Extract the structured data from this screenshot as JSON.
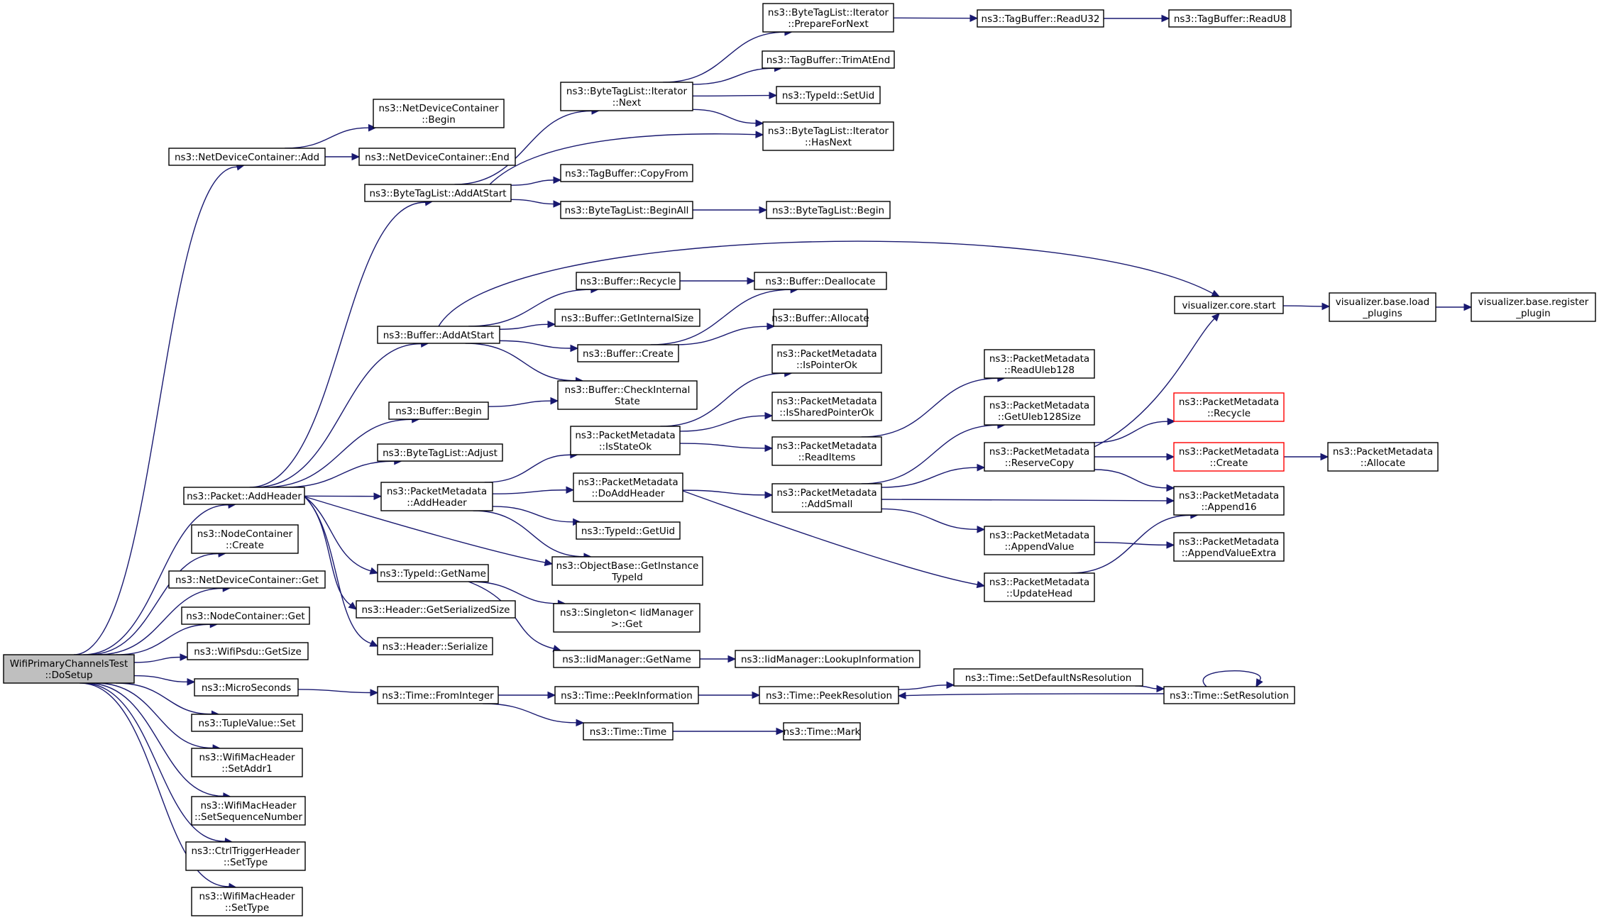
{
  "nodes": [
    {
      "id": "root",
      "lines": [
        "WifiPrimaryChannelsTest",
        "::DoSetup"
      ],
      "style": "root"
    },
    {
      "id": "n_ndc_add",
      "lines": [
        "ns3::NetDeviceContainer::Add"
      ]
    },
    {
      "id": "n_ndc_begin",
      "lines": [
        "ns3::NetDeviceContainer",
        "::Begin"
      ]
    },
    {
      "id": "n_ndc_end",
      "lines": [
        "ns3::NetDeviceContainer::End"
      ]
    },
    {
      "id": "n_btl_addatstart",
      "lines": [
        "ns3::ByteTagList::AddAtStart"
      ]
    },
    {
      "id": "n_btl_it_next",
      "lines": [
        "ns3::ByteTagList::Iterator",
        "::Next"
      ]
    },
    {
      "id": "n_btl_it_prepare",
      "lines": [
        "ns3::ByteTagList::Iterator",
        "::PrepareForNext"
      ]
    },
    {
      "id": "n_tb_readu32",
      "lines": [
        "ns3::TagBuffer::ReadU32"
      ]
    },
    {
      "id": "n_tb_readu8",
      "lines": [
        "ns3::TagBuffer::ReadU8"
      ]
    },
    {
      "id": "n_tb_trimatend",
      "lines": [
        "ns3::TagBuffer::TrimAtEnd"
      ]
    },
    {
      "id": "n_typeid_setuid",
      "lines": [
        "ns3::TypeId::SetUid"
      ]
    },
    {
      "id": "n_btl_it_hasnext",
      "lines": [
        "ns3::ByteTagList::Iterator",
        "::HasNext"
      ]
    },
    {
      "id": "n_tb_copyfrom",
      "lines": [
        "ns3::TagBuffer::CopyFrom"
      ]
    },
    {
      "id": "n_btl_beginall",
      "lines": [
        "ns3::ByteTagList::BeginAll"
      ]
    },
    {
      "id": "n_btl_begin",
      "lines": [
        "ns3::ByteTagList::Begin"
      ]
    },
    {
      "id": "n_buf_addatstart",
      "lines": [
        "ns3::Buffer::AddAtStart"
      ]
    },
    {
      "id": "n_buf_recycle",
      "lines": [
        "ns3::Buffer::Recycle"
      ]
    },
    {
      "id": "n_buf_getinternalsize",
      "lines": [
        "ns3::Buffer::GetInternalSize"
      ]
    },
    {
      "id": "n_buf_create",
      "lines": [
        "ns3::Buffer::Create"
      ]
    },
    {
      "id": "n_buf_deallocate",
      "lines": [
        "ns3::Buffer::Deallocate"
      ]
    },
    {
      "id": "n_buf_allocate",
      "lines": [
        "ns3::Buffer::Allocate"
      ]
    },
    {
      "id": "n_buf_checkinternal",
      "lines": [
        "ns3::Buffer::CheckInternal",
        "State"
      ]
    },
    {
      "id": "n_buf_begin",
      "lines": [
        "ns3::Buffer::Begin"
      ]
    },
    {
      "id": "n_btl_adjust",
      "lines": [
        "ns3::ByteTagList::Adjust"
      ]
    },
    {
      "id": "n_vis_core_start",
      "lines": [
        "visualizer.core.start"
      ]
    },
    {
      "id": "n_vis_load_plugins",
      "lines": [
        "visualizer.base.load",
        "_plugins"
      ]
    },
    {
      "id": "n_vis_register_plugin",
      "lines": [
        "visualizer.base.register",
        "_plugin"
      ]
    },
    {
      "id": "n_packet_addheader",
      "lines": [
        "ns3::Packet::AddHeader"
      ]
    },
    {
      "id": "n_pm_addheader",
      "lines": [
        "ns3::PacketMetadata",
        "::AddHeader"
      ]
    },
    {
      "id": "n_pm_isstateok",
      "lines": [
        "ns3::PacketMetadata",
        "::IsStateOk"
      ]
    },
    {
      "id": "n_pm_ispointerok",
      "lines": [
        "ns3::PacketMetadata",
        "::IsPointerOk"
      ]
    },
    {
      "id": "n_pm_issharedpointerok",
      "lines": [
        "ns3::PacketMetadata",
        "::IsSharedPointerOk"
      ]
    },
    {
      "id": "n_pm_readitems",
      "lines": [
        "ns3::PacketMetadata",
        "::ReadItems"
      ]
    },
    {
      "id": "n_pm_readuleb128",
      "lines": [
        "ns3::PacketMetadata",
        "::ReadUleb128"
      ]
    },
    {
      "id": "n_pm_getuleb128size",
      "lines": [
        "ns3::PacketMetadata",
        "::GetUleb128Size"
      ]
    },
    {
      "id": "n_pm_reservecopy",
      "lines": [
        "ns3::PacketMetadata",
        "::ReserveCopy"
      ]
    },
    {
      "id": "n_pm_recycle",
      "lines": [
        "ns3::PacketMetadata",
        "::Recycle"
      ],
      "style": "red"
    },
    {
      "id": "n_pm_create",
      "lines": [
        "ns3::PacketMetadata",
        "::Create"
      ],
      "style": "red"
    },
    {
      "id": "n_pm_allocate",
      "lines": [
        "ns3::PacketMetadata",
        "::Allocate"
      ]
    },
    {
      "id": "n_pm_append16",
      "lines": [
        "ns3::PacketMetadata",
        "::Append16"
      ]
    },
    {
      "id": "n_pm_doaddheader",
      "lines": [
        "ns3::PacketMetadata",
        "::DoAddHeader"
      ]
    },
    {
      "id": "n_pm_addsmall",
      "lines": [
        "ns3::PacketMetadata",
        "::AddSmall"
      ]
    },
    {
      "id": "n_pm_appendvalue",
      "lines": [
        "ns3::PacketMetadata",
        "::AppendValue"
      ]
    },
    {
      "id": "n_pm_appendvalueextra",
      "lines": [
        "ns3::PacketMetadata",
        "::AppendValueExtra"
      ]
    },
    {
      "id": "n_pm_updatehead",
      "lines": [
        "ns3::PacketMetadata",
        "::UpdateHead"
      ]
    },
    {
      "id": "n_typeid_getuid",
      "lines": [
        "ns3::TypeId::GetUid"
      ]
    },
    {
      "id": "n_objectbase_getinstance",
      "lines": [
        "ns3::ObjectBase::GetInstance",
        "TypeId"
      ]
    },
    {
      "id": "n_typeid_getname",
      "lines": [
        "ns3::TypeId::GetName"
      ]
    },
    {
      "id": "n_singleton_get",
      "lines": [
        "ns3::Singleton< IidManager",
        " >::Get"
      ]
    },
    {
      "id": "n_header_getserializedsize",
      "lines": [
        "ns3::Header::GetSerializedSize"
      ]
    },
    {
      "id": "n_header_serialize",
      "lines": [
        "ns3::Header::Serialize"
      ]
    },
    {
      "id": "n_iidmanager_getname",
      "lines": [
        "ns3::IidManager::GetName"
      ]
    },
    {
      "id": "n_iidmanager_lookup",
      "lines": [
        "ns3::IidManager::LookupInformation"
      ]
    },
    {
      "id": "n_nodecontainer_create",
      "lines": [
        "ns3::NodeContainer",
        "::Create"
      ]
    },
    {
      "id": "n_ndc_get",
      "lines": [
        "ns3::NetDeviceContainer::Get"
      ]
    },
    {
      "id": "n_nodecontainer_get",
      "lines": [
        "ns3::NodeContainer::Get"
      ]
    },
    {
      "id": "n_wifipsdu_getsize",
      "lines": [
        "ns3::WifiPsdu::GetSize"
      ]
    },
    {
      "id": "n_microseconds",
      "lines": [
        "ns3::MicroSeconds"
      ]
    },
    {
      "id": "n_time_frominteger",
      "lines": [
        "ns3::Time::FromInteger"
      ]
    },
    {
      "id": "n_time_peekinformation",
      "lines": [
        "ns3::Time::PeekInformation"
      ]
    },
    {
      "id": "n_time_peekresolution",
      "lines": [
        "ns3::Time::PeekResolution"
      ]
    },
    {
      "id": "n_time_setdefaultns",
      "lines": [
        "ns3::Time::SetDefaultNsResolution"
      ]
    },
    {
      "id": "n_time_setresolution",
      "lines": [
        "ns3::Time::SetResolution"
      ]
    },
    {
      "id": "n_time_time",
      "lines": [
        "ns3::Time::Time"
      ]
    },
    {
      "id": "n_time_mark",
      "lines": [
        "ns3::Time::Mark"
      ]
    },
    {
      "id": "n_tuplevalue_set",
      "lines": [
        "ns3::TupleValue::Set"
      ]
    },
    {
      "id": "n_wmh_setaddr1",
      "lines": [
        "ns3::WifiMacHeader",
        "::SetAddr1"
      ]
    },
    {
      "id": "n_wmh_setseq",
      "lines": [
        "ns3::WifiMacHeader",
        "::SetSequenceNumber"
      ]
    },
    {
      "id": "n_ctrltrigger_settype",
      "lines": [
        "ns3::CtrlTriggerHeader",
        "::SetType"
      ]
    },
    {
      "id": "n_wmh_settype",
      "lines": [
        "ns3::WifiMacHeader",
        "::SetType"
      ]
    }
  ],
  "edges": [
    [
      "root",
      "n_ndc_add"
    ],
    [
      "root",
      "n_packet_addheader"
    ],
    [
      "root",
      "n_nodecontainer_create"
    ],
    [
      "root",
      "n_ndc_get"
    ],
    [
      "root",
      "n_nodecontainer_get"
    ],
    [
      "root",
      "n_wifipsdu_getsize"
    ],
    [
      "root",
      "n_microseconds"
    ],
    [
      "root",
      "n_tuplevalue_set"
    ],
    [
      "root",
      "n_wmh_setaddr1"
    ],
    [
      "root",
      "n_wmh_setseq"
    ],
    [
      "root",
      "n_ctrltrigger_settype"
    ],
    [
      "root",
      "n_wmh_settype"
    ],
    [
      "n_ndc_add",
      "n_ndc_begin"
    ],
    [
      "n_ndc_add",
      "n_ndc_end"
    ],
    [
      "n_btl_addatstart",
      "n_btl_it_next"
    ],
    [
      "n_btl_addatstart",
      "n_btl_it_hasnext"
    ],
    [
      "n_btl_addatstart",
      "n_tb_copyfrom"
    ],
    [
      "n_btl_addatstart",
      "n_btl_beginall"
    ],
    [
      "n_btl_it_next",
      "n_btl_it_prepare"
    ],
    [
      "n_btl_it_next",
      "n_tb_trimatend"
    ],
    [
      "n_btl_it_next",
      "n_typeid_setuid"
    ],
    [
      "n_btl_it_next",
      "n_btl_it_hasnext"
    ],
    [
      "n_btl_it_prepare",
      "n_tb_readu32"
    ],
    [
      "n_tb_readu32",
      "n_tb_readu8"
    ],
    [
      "n_btl_beginall",
      "n_btl_begin"
    ],
    [
      "n_buf_addatstart",
      "n_vis_core_start"
    ],
    [
      "n_buf_addatstart",
      "n_buf_recycle"
    ],
    [
      "n_buf_addatstart",
      "n_buf_getinternalsize"
    ],
    [
      "n_buf_addatstart",
      "n_buf_create"
    ],
    [
      "n_buf_addatstart",
      "n_buf_checkinternal"
    ],
    [
      "n_buf_recycle",
      "n_buf_deallocate"
    ],
    [
      "n_buf_create",
      "n_buf_deallocate"
    ],
    [
      "n_buf_create",
      "n_buf_allocate"
    ],
    [
      "n_buf_begin",
      "n_buf_checkinternal"
    ],
    [
      "n_vis_core_start",
      "n_vis_load_plugins"
    ],
    [
      "n_vis_load_plugins",
      "n_vis_register_plugin"
    ],
    [
      "n_packet_addheader",
      "n_btl_addatstart"
    ],
    [
      "n_packet_addheader",
      "n_buf_addatstart"
    ],
    [
      "n_packet_addheader",
      "n_buf_begin"
    ],
    [
      "n_packet_addheader",
      "n_btl_adjust"
    ],
    [
      "n_packet_addheader",
      "n_pm_addheader"
    ],
    [
      "n_packet_addheader",
      "n_objectbase_getinstance"
    ],
    [
      "n_packet_addheader",
      "n_typeid_getname"
    ],
    [
      "n_packet_addheader",
      "n_header_getserializedsize"
    ],
    [
      "n_packet_addheader",
      "n_header_serialize"
    ],
    [
      "n_pm_addheader",
      "n_pm_isstateok"
    ],
    [
      "n_pm_addheader",
      "n_pm_doaddheader"
    ],
    [
      "n_pm_addheader",
      "n_typeid_getuid"
    ],
    [
      "n_pm_addheader",
      "n_objectbase_getinstance"
    ],
    [
      "n_pm_isstateok",
      "n_pm_ispointerok"
    ],
    [
      "n_pm_isstateok",
      "n_pm_issharedpointerok"
    ],
    [
      "n_pm_isstateok",
      "n_pm_readitems"
    ],
    [
      "n_pm_readitems",
      "n_pm_readuleb128"
    ],
    [
      "n_pm_doaddheader",
      "n_pm_addsmall"
    ],
    [
      "n_pm_doaddheader",
      "n_pm_updatehead"
    ],
    [
      "n_pm_addsmall",
      "n_pm_getuleb128size"
    ],
    [
      "n_pm_addsmall",
      "n_pm_reservecopy"
    ],
    [
      "n_pm_addsmall",
      "n_pm_append16"
    ],
    [
      "n_pm_addsmall",
      "n_pm_appendvalue"
    ],
    [
      "n_pm_reservecopy",
      "n_vis_core_start"
    ],
    [
      "n_pm_reservecopy",
      "n_pm_recycle"
    ],
    [
      "n_pm_reservecopy",
      "n_pm_create"
    ],
    [
      "n_pm_reservecopy",
      "n_pm_append16"
    ],
    [
      "n_pm_create",
      "n_pm_allocate"
    ],
    [
      "n_pm_appendvalue",
      "n_pm_appendvalueextra"
    ],
    [
      "n_pm_updatehead",
      "n_pm_append16"
    ],
    [
      "n_typeid_getname",
      "n_singleton_get"
    ],
    [
      "n_typeid_getname",
      "n_iidmanager_getname"
    ],
    [
      "n_iidmanager_getname",
      "n_iidmanager_lookup"
    ],
    [
      "n_microseconds",
      "n_time_frominteger"
    ],
    [
      "n_time_frominteger",
      "n_time_peekinformation"
    ],
    [
      "n_time_frominteger",
      "n_time_time"
    ],
    [
      "n_time_peekinformation",
      "n_time_peekresolution"
    ],
    [
      "n_time_peekresolution",
      "n_time_setdefaultns"
    ],
    [
      "n_time_setdefaultns",
      "n_time_setresolution"
    ],
    [
      "n_time_setresolution",
      "n_time_peekresolution"
    ],
    [
      "n_time_setresolution",
      "n_time_setresolution"
    ],
    [
      "n_time_time",
      "n_time_mark"
    ]
  ]
}
